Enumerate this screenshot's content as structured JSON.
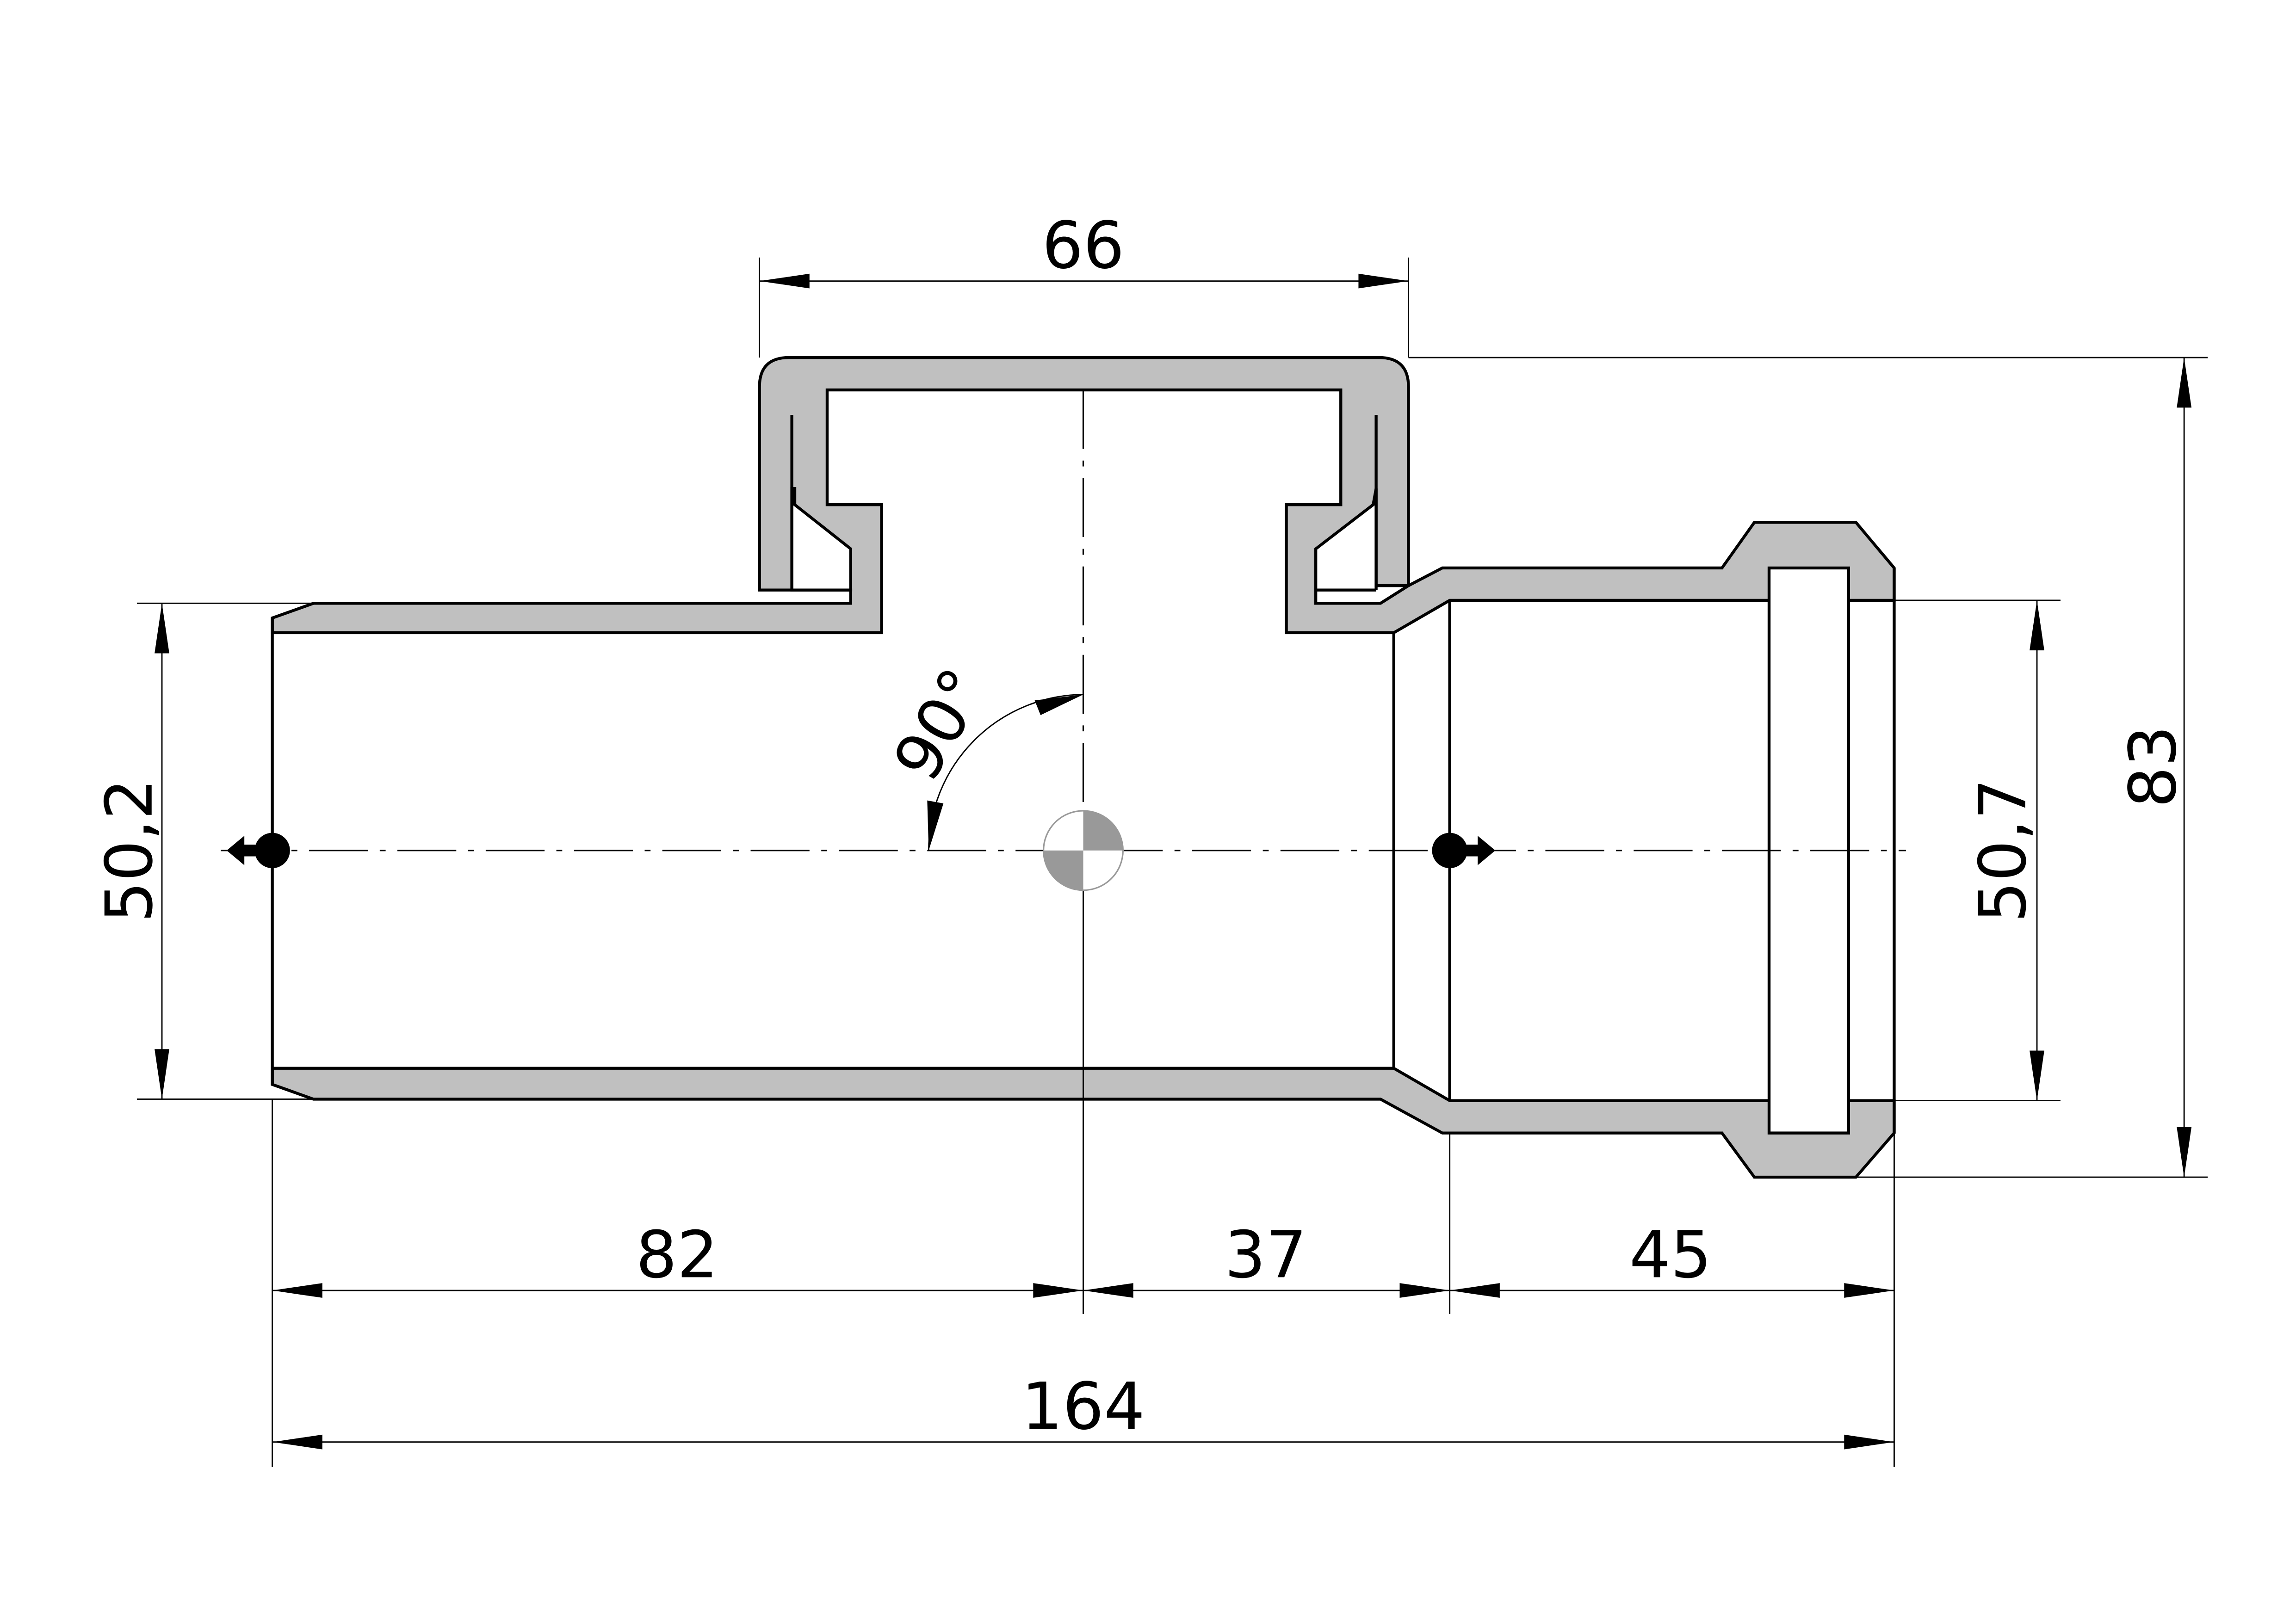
{
  "drawing": {
    "dimensions": {
      "branch_width": "66",
      "total_height": "83",
      "right_inner_diameter": "50,7",
      "left_inner_diameter": "50,2",
      "left_to_center": "82",
      "center_to_socket": "37",
      "socket_length": "45",
      "total_length": "164"
    },
    "angle": "90°"
  }
}
